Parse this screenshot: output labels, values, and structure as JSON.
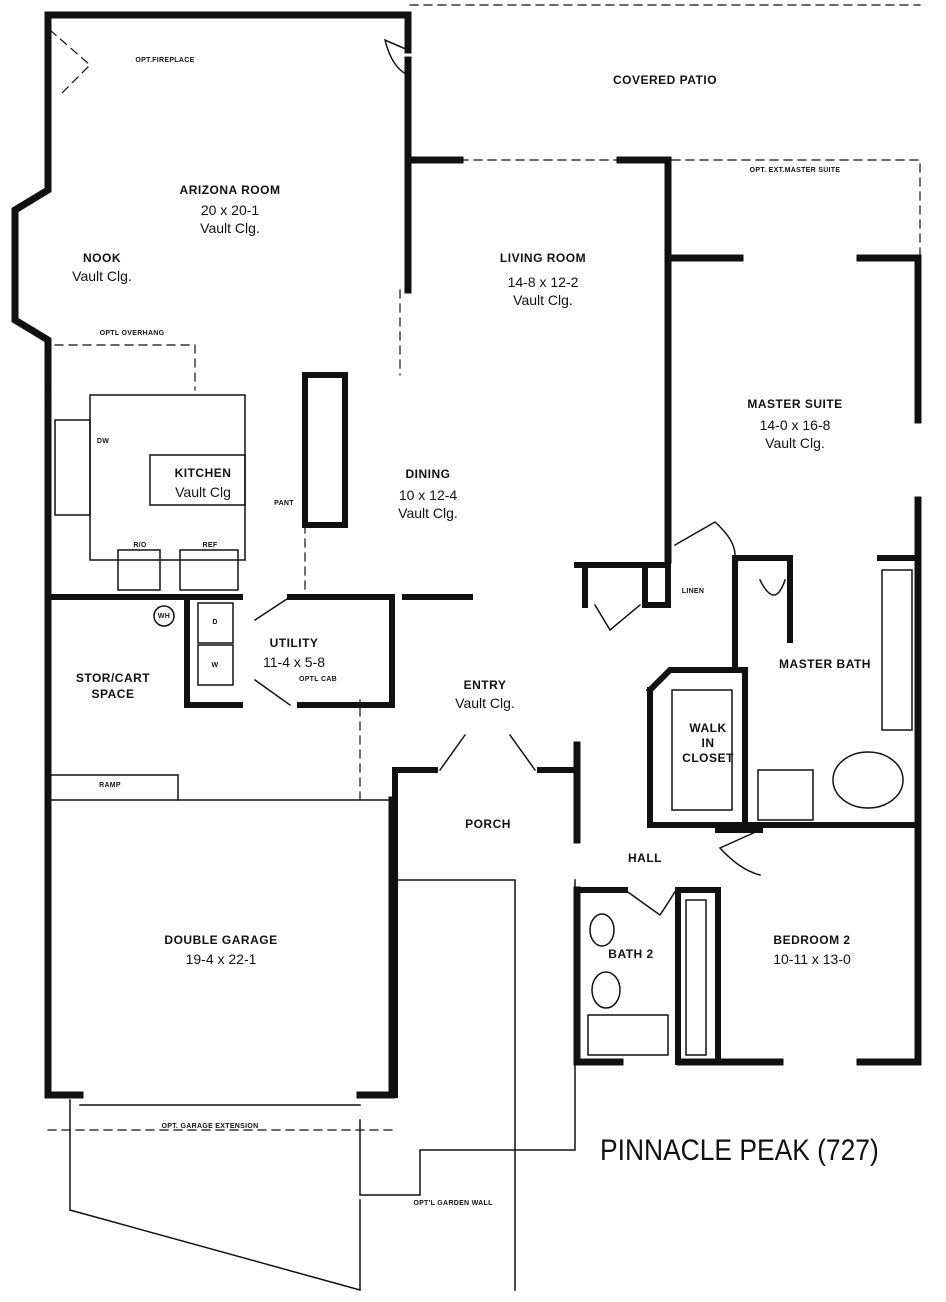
{
  "title": "PINNACLE PEAK (727)",
  "rooms": {
    "arizona": {
      "name": "ARIZONA ROOM",
      "size": "20 x 20-1",
      "ceiling": "Vault Clg."
    },
    "nook": {
      "name": "NOOK",
      "ceiling": "Vault Clg."
    },
    "living": {
      "name": "LIVING ROOM",
      "size": "14-8 x 12-2",
      "ceiling": "Vault Clg."
    },
    "covered_patio": {
      "name": "COVERED PATIO"
    },
    "master_suite": {
      "name": "MASTER SUITE",
      "size": "14-0 x 16-8",
      "ceiling": "Vault Clg."
    },
    "kitchen": {
      "name": "KITCHEN",
      "ceiling": "Vault Clg"
    },
    "dining": {
      "name": "DINING",
      "size": "10 x 12-4",
      "ceiling": "Vault Clg."
    },
    "utility": {
      "name": "UTILITY",
      "size": "11-4 x 5-8"
    },
    "stor_cart": {
      "name": "STOR/CART",
      "name2": "SPACE"
    },
    "entry": {
      "name": "ENTRY",
      "ceiling": "Vault Clg."
    },
    "master_bath": {
      "name": "MASTER BATH"
    },
    "walk_in_closet": {
      "name": "WALK",
      "name2": "IN",
      "name3": "CLOSET"
    },
    "porch": {
      "name": "PORCH"
    },
    "hall": {
      "name": "HALL"
    },
    "bath2": {
      "name": "BATH 2"
    },
    "bedroom2": {
      "name": "BEDROOM 2",
      "size": "10-11 x 13-0"
    },
    "garage": {
      "name": "DOUBLE GARAGE",
      "size": "19-4 x 22-1"
    }
  },
  "notes": {
    "fireplace": "OPT.FIREPLACE",
    "overhang": "OPTL OVERHANG",
    "ext_master": "OPT. EXT.MASTER SUITE",
    "dw": "DW",
    "pant": "PANT",
    "ro": "R/O",
    "ref": "REF",
    "wh": "WH",
    "dryer": "D",
    "washer": "W",
    "opt_cab": "OPTL CAB",
    "ramp": "RAMP",
    "linen": "LINEN",
    "garage_ext": "OPT. GARAGE EXTENSION",
    "garden_wall": "OPT'L GARDEN WALL"
  }
}
